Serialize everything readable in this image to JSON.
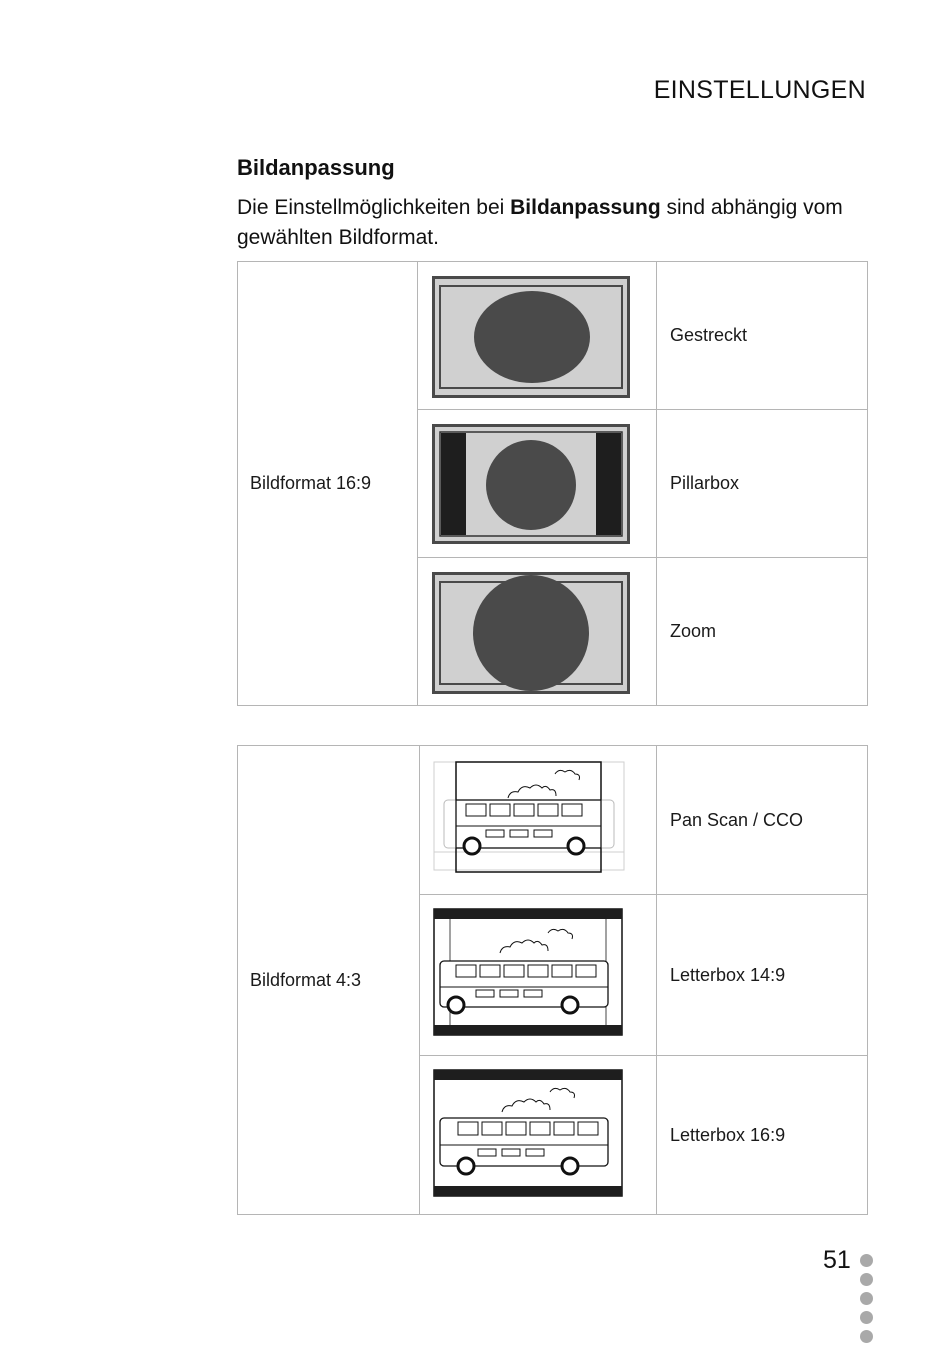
{
  "header": {
    "section": "EINSTELLUNGEN"
  },
  "heading": {
    "title": "Bildanpassung"
  },
  "intro": {
    "before": "Die Einstellmöglichkeiten bei ",
    "bold": "Bildanpassung",
    "after": " sind abhängig vom gewählten Bildformat."
  },
  "tables": [
    {
      "format": "Bildformat 16:9",
      "options": [
        {
          "label": "Gestreckt",
          "icon": "stretched-ellipse-illustration"
        },
        {
          "label": "Pillarbox",
          "icon": "pillarbox-circle-illustration"
        },
        {
          "label": "Zoom",
          "icon": "zoom-circle-illustration"
        }
      ]
    },
    {
      "format": "Bildformat 4:3",
      "options": [
        {
          "label": "Pan Scan / CCO",
          "icon": "bus-panscan-illustration"
        },
        {
          "label": "Letterbox 14:9",
          "icon": "bus-letterbox-14-9-illustration"
        },
        {
          "label": "Letterbox 16:9",
          "icon": "bus-letterbox-16-9-illustration"
        }
      ]
    }
  ],
  "footer": {
    "page_number": "51"
  },
  "colors": {
    "screen_dark": "#4a4a4a",
    "screen_light": "#d0d0d0",
    "bar_black": "#1e1e1e",
    "border": "#b5b5b5",
    "dots": "#a9a9a9"
  }
}
